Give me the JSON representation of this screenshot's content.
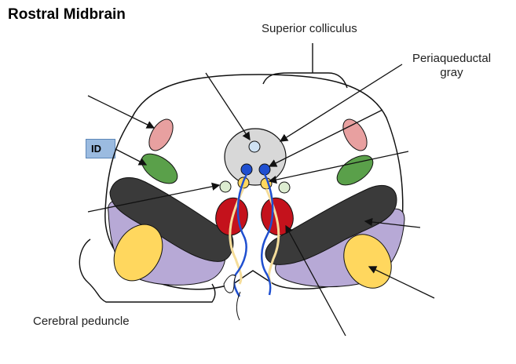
{
  "title": "Rostral Midbrain",
  "labels": {
    "superior_colliculus": "Superior colliculus",
    "periaqueductal_gray_line1": "Periaqueductal",
    "periaqueductal_gray_line2": "gray",
    "cerebral_peduncle": "Cerebral peduncle"
  },
  "id_box": "ID",
  "colors": {
    "pink_nucleus": "#e8a0a0",
    "green_nucleus": "#5aa04a",
    "black_band": "#3a3a3a",
    "purple_peduncle": "#b7a9d6",
    "yellow_oval": "#ffd75e",
    "red_nucleus": "#c4121c",
    "gray_pag": "#d8d8d8",
    "blue_dot": "#1f4fd0",
    "light_blue_aqueduct": "#cfe2f3",
    "pale_green": "#dcecd0",
    "id_box": "#9bbbe0"
  }
}
